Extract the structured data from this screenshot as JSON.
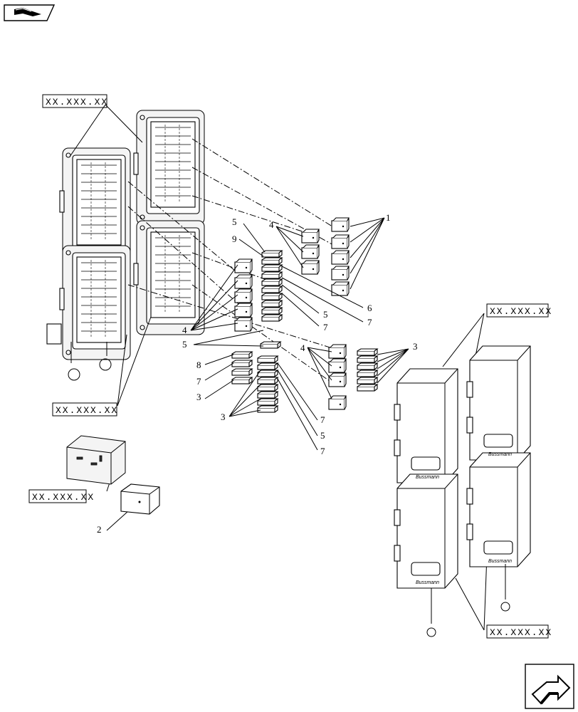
{
  "references": {
    "ref_top": "XX.XXX.XX",
    "ref_left_mid": "XX.XXX.XX",
    "ref_left_low": "XX.XXX.XX",
    "ref_right_top": "XX.XXX.XX",
    "ref_right_bottom": "XX.XXX.XX"
  },
  "brand": "Bussmann",
  "callouts": {
    "c1": "1",
    "c2": "2",
    "c3a": "3",
    "c3b": "3",
    "c3c": "3",
    "c4a": "4",
    "c4b": "4",
    "c4c": "4",
    "c5a": "5",
    "c5b": "5",
    "c5c": "5",
    "c5d": "5",
    "c6": "6",
    "c7a": "7",
    "c7b": "7",
    "c7c": "7",
    "c7d": "7",
    "c7e": "7",
    "c8": "8",
    "c9": "9"
  },
  "icons": {
    "top_left": "book-page-icon",
    "bottom_right": "next-page-arrow-icon"
  }
}
